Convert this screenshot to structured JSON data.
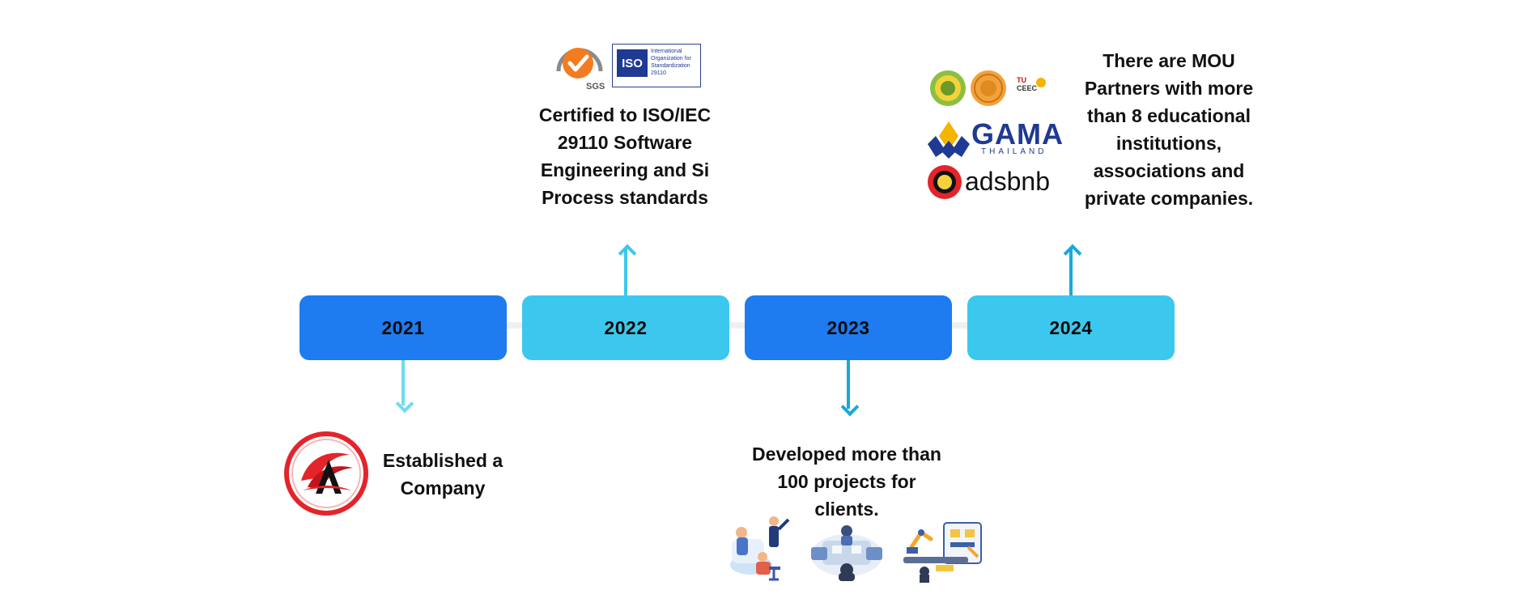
{
  "colors": {
    "blue": "#1e7bf0",
    "cyan": "#3cc8ee",
    "arrow_light": "#6fdbe8",
    "arrow_dark": "#1aa8d8",
    "track": "#eef0f2"
  },
  "timeline": [
    {
      "year": "2021",
      "color": "#1e7bf0"
    },
    {
      "year": "2022",
      "color": "#3cc8ee"
    },
    {
      "year": "2023",
      "color": "#1e7bf0"
    },
    {
      "year": "2024",
      "color": "#3cc8ee"
    }
  ],
  "milestones": {
    "y2021": {
      "lines": [
        "Established a",
        "Company"
      ],
      "icon": "company-logo-icon"
    },
    "y2022": {
      "lines": [
        "Certified to ISO/IEC",
        "29110 Software",
        "Engineering and Si",
        "Process standards"
      ],
      "logos": {
        "sgs_label": "SGS",
        "iso_label": "ISO",
        "iso_org": [
          "International",
          "Organization for",
          "Standardization",
          "29110"
        ]
      }
    },
    "y2023": {
      "lines": [
        "Developed more than",
        "100 projects for",
        "clients."
      ],
      "icons": [
        "meeting-illustration-icon",
        "teamwork-illustration-icon",
        "factory-illustration-icon"
      ]
    },
    "y2024": {
      "lines": [
        "There are MOU",
        "Partners with more",
        "than 8 educational",
        "institutions,",
        "associations and",
        "private companies."
      ],
      "logos": {
        "gama": "GAMA",
        "gama_sub": "THAILAND",
        "adsbnb": "adsbnb",
        "tu": "TU",
        "ceec": "CEEC"
      }
    }
  }
}
